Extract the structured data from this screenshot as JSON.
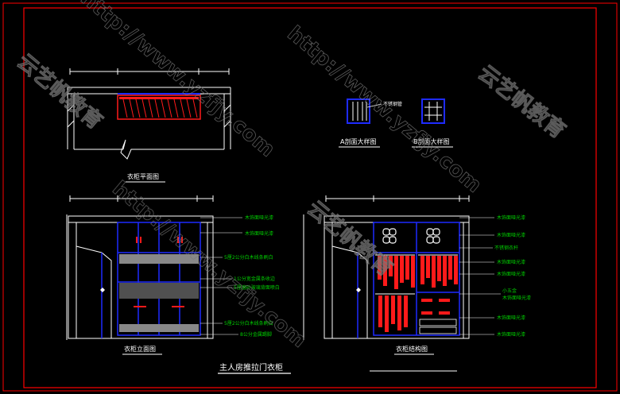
{
  "views": {
    "plan_title": "衣柜平面图",
    "section_a_title": "A剖面大样图",
    "section_b_title": "B剖面大样图",
    "section_a_note": "不锈钢管",
    "elevation_title": "衣柜立面图",
    "structure_title": "衣柜结构图",
    "drawing_title": "主人房推拉门衣柜"
  },
  "elevation_notes": [
    "木饰面哑光漆",
    "木饰面哑光漆",
    "5厘2公分白木线条刷白",
    "1公分宽金属条收边",
    "5厘磨砂玻璃背面喷白",
    "5厘2公分白木线条刷白",
    "8公分金属踢脚"
  ],
  "structure_notes": [
    "木饰面哑光漆",
    "木饰面哑光漆",
    "不锈钢衣杆",
    "木饰面哑光漆",
    "木饰面哑光漆",
    "小五金",
    "木饰面哑光漆",
    "木饰面哑光漆",
    "木饰面哑光漆"
  ],
  "watermarks": [
    "云艺帆教育",
    "http://www.yzfjy.com"
  ],
  "colors": {
    "background": "#000000",
    "frame": "#ff0000",
    "lines": "#ffffff",
    "cabinet": "#1e2bff",
    "notes": "#00d000",
    "hangers": "#ff1a1a",
    "watermark": "#7a7a7a"
  }
}
